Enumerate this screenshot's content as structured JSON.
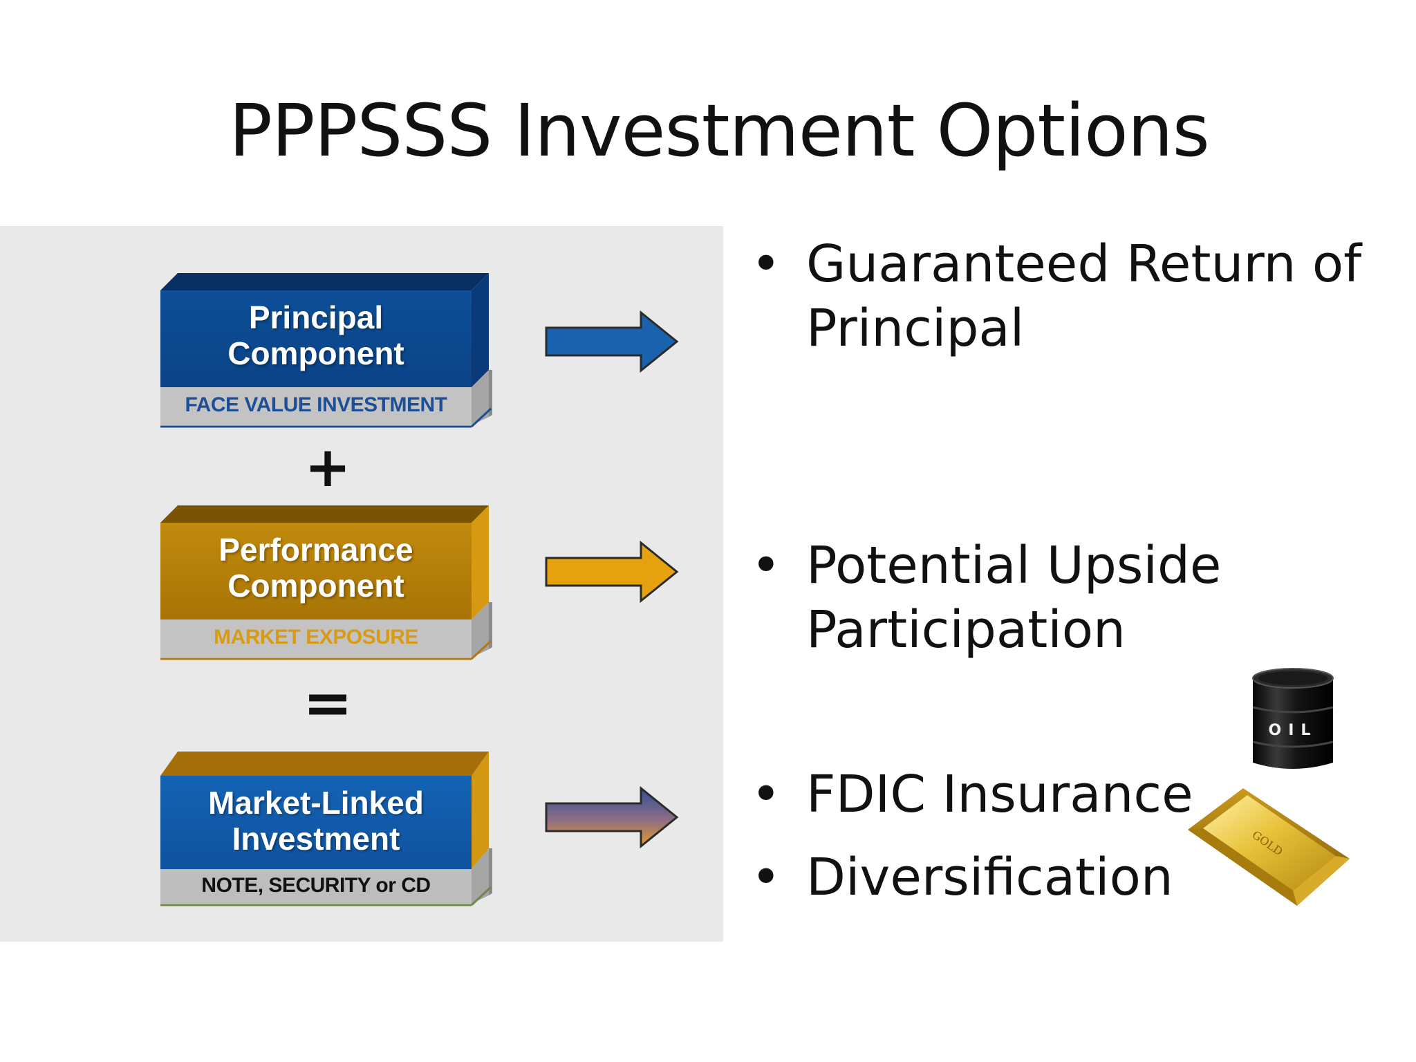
{
  "slide": {
    "title": "PPPSSS Investment Options"
  },
  "diagram": {
    "blocks": [
      {
        "name_line1": "Principal",
        "name_line2": "Component",
        "sublabel": "FACE VALUE INVESTMENT"
      },
      {
        "name_line1": "Performance",
        "name_line2": "Component",
        "sublabel": "MARKET EXPOSURE"
      },
      {
        "name_line1": "Market-Linked",
        "name_line2": "Investment",
        "sublabel": "NOTE, SECURITY or CD"
      }
    ],
    "operators": {
      "plus": "+",
      "equals": "="
    }
  },
  "bullets": [
    {
      "line1": "Guaranteed Return of",
      "line2": "Principal"
    },
    {
      "line1": "Potential Upside",
      "line2": "Participation"
    },
    {
      "line1": "FDIC Insurance"
    },
    {
      "line1": "Diversification"
    }
  ],
  "images": {
    "barrel_label": "OIL",
    "gold_bar_label": "GOLD"
  },
  "colors": {
    "principal_blue": "#0d4f98",
    "performance_gold": "#b98209",
    "market_linked_blue": "#1158a8",
    "panel_background": "#e9e9e9"
  }
}
